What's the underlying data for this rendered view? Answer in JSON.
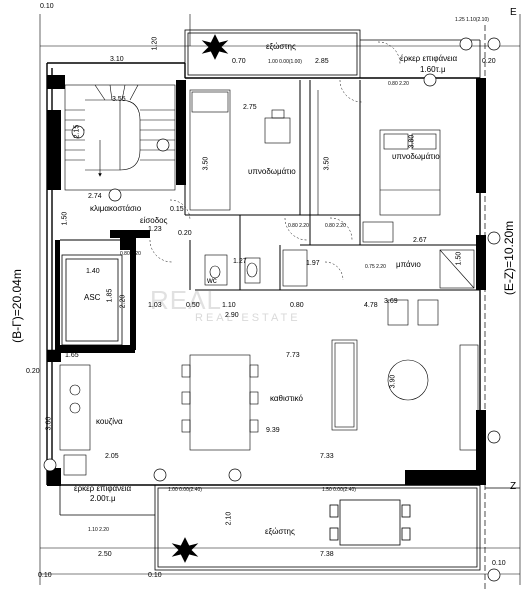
{
  "rooms": {
    "balcony_top": "εξώστης",
    "bay_top": "έρκερ επιφάνεια",
    "bay_top_area": "1.60τ.μ",
    "bedroom1": "υπνοδωμάτιο",
    "bedroom2": "υπνοδωμάτιο",
    "stair_room": "κλιμακοστάσιο",
    "entrance": "είσοδος",
    "wc": "wc",
    "bath": "μπάνιο",
    "elevator": "ASC",
    "living": "καθιστικό",
    "kitchen": "κουζίνα",
    "bay_bottom": "έρκερ επιφάνεια",
    "bay_bottom_area": "2.00τ.μ",
    "balcony_bottom": "εξώστης"
  },
  "side_labels": {
    "left": "(Β-Γ)=20.04m",
    "right": "(Ε-Ζ)=10.20m"
  },
  "axes": {
    "e": "E",
    "z": "Z"
  },
  "watermark": {
    "main": "REAL",
    "sub": "REAL ESTATE"
  },
  "dims": {
    "d310": "3.10",
    "d120": "1.20",
    "d070": "0.70",
    "d285": "2.85",
    "d020a": "0.20",
    "d355": "3.55",
    "d275": "2.75",
    "d215": "2.15",
    "d380": "3.80",
    "d350a": "3.50",
    "d350b": "3.50",
    "d274": "2.74",
    "d150": "1.50",
    "d015": "0.15",
    "d123": "1.23",
    "d020b": "0.20",
    "d267": "2.67",
    "d127": "1.27",
    "d197": "1.97",
    "d140": "1.40",
    "d185": "1.85",
    "d220": "2.20",
    "d150b": "1.50",
    "d103": "1.03",
    "d050": "0.50",
    "d110": "1.10",
    "d080": "0.80",
    "d478": "4.78",
    "d290": "2.90",
    "d369": "3.69",
    "d165": "1.65",
    "d773": "7.73",
    "d390": "3.90",
    "d360": "3.60",
    "d939": "9.39",
    "d205": "2.05",
    "d733": "7.33",
    "d210": "2.10",
    "d250": "2.50",
    "d738": "7.38",
    "d010a": "0.10",
    "d010b": "0.10",
    "d010c": "0.10",
    "d020c": "0.20",
    "d010d": "0.10"
  },
  "window_tags": {
    "w1": "1.00\n0.00(1.00)",
    "w2": "0.80\n2.20",
    "w3": "0.80\n2.20",
    "w4": "0.80\n2.20",
    "w5": "0.80\n2.20",
    "w6": "0.75\n2.20",
    "w7": "1.25\n1.10(2.10)",
    "w8": "1.00\n0.00(2.40)",
    "w9": "1.50\n0.00(2.40)",
    "w10": "1.10\n2.20"
  }
}
